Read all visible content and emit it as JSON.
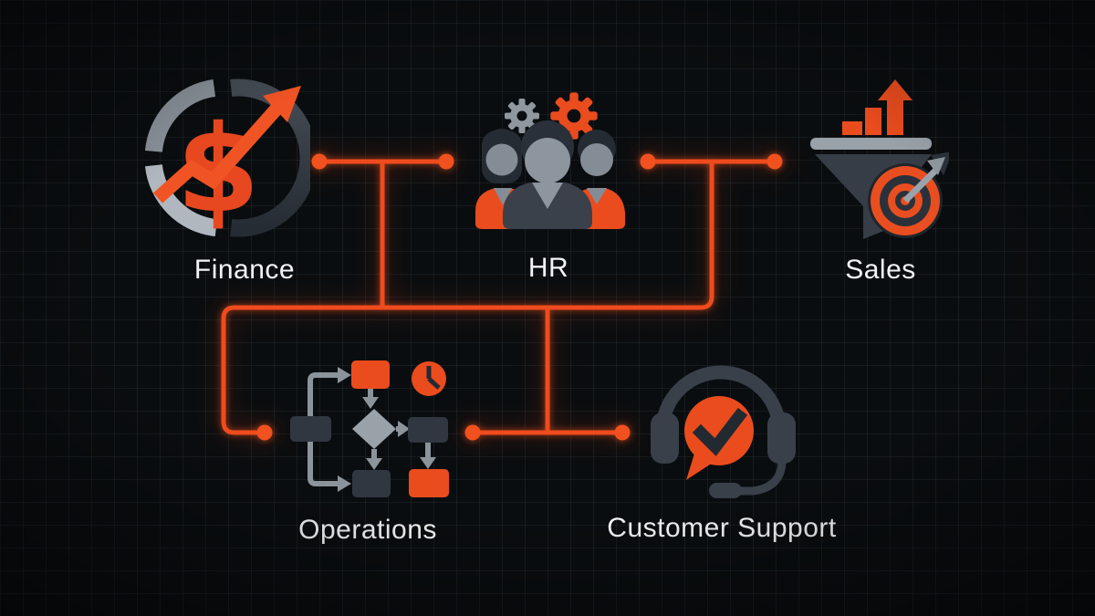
{
  "diagram": {
    "description": "Department connection diagram on dark grid background",
    "nodes": {
      "finance": {
        "label": "Finance",
        "icon": "dollar-growth-chart-icon"
      },
      "hr": {
        "label": "HR",
        "icon": "team-with-gears-icon"
      },
      "sales": {
        "label": "Sales",
        "icon": "funnel-bars-target-icon"
      },
      "operations": {
        "label": "Operations",
        "icon": "flowchart-clock-icon"
      },
      "customer_support": {
        "label": "Customer Support",
        "icon": "headset-chat-check-icon"
      }
    },
    "connections": [
      {
        "from": "finance",
        "to": "hr"
      },
      {
        "from": "hr",
        "to": "sales"
      },
      {
        "from": "finance-hr-link",
        "to": "trunk-bus"
      },
      {
        "from": "hr-sales-link",
        "to": "trunk-bus"
      },
      {
        "from": "trunk-bus",
        "to": "operations"
      },
      {
        "from": "trunk-bus",
        "to": "operations-customer-support-link"
      },
      {
        "from": "operations",
        "to": "customer_support"
      }
    ],
    "colors": {
      "background": "#0a0d0f",
      "grid_line": "#23292e",
      "accent_orange": "#ee4c1e",
      "connector_dot": "#f1511f",
      "shape_dark": "#343b44",
      "shape_gray": "#97a0a8",
      "label_text": "#f2f3f5"
    }
  }
}
